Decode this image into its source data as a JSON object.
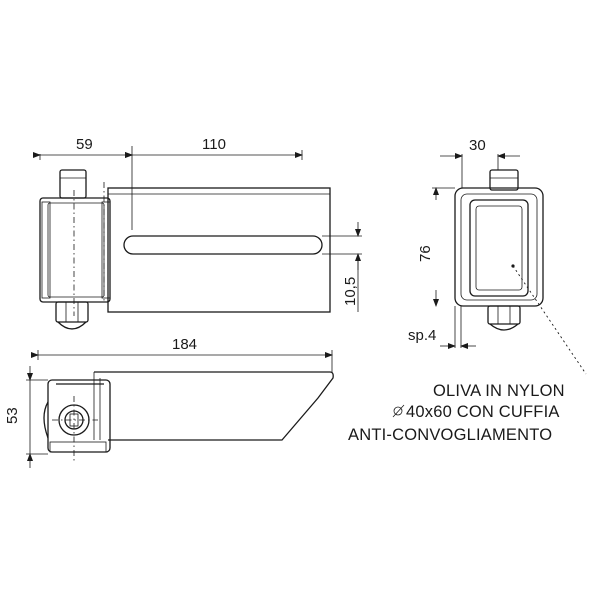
{
  "dimensions": {
    "d59": "59",
    "d110": "110",
    "d184": "184",
    "d53": "53",
    "d30": "30",
    "d76": "76",
    "d10_5": "10,5",
    "sp4": "sp.4"
  },
  "note": {
    "line1": "OLIVA IN NYLON",
    "line2": "40x60 CON CUFFIA",
    "line3": "ANTI-CONVOGLIAMENTO"
  },
  "colors": {
    "ink": "#1a1a1a",
    "background": "#ffffff"
  }
}
